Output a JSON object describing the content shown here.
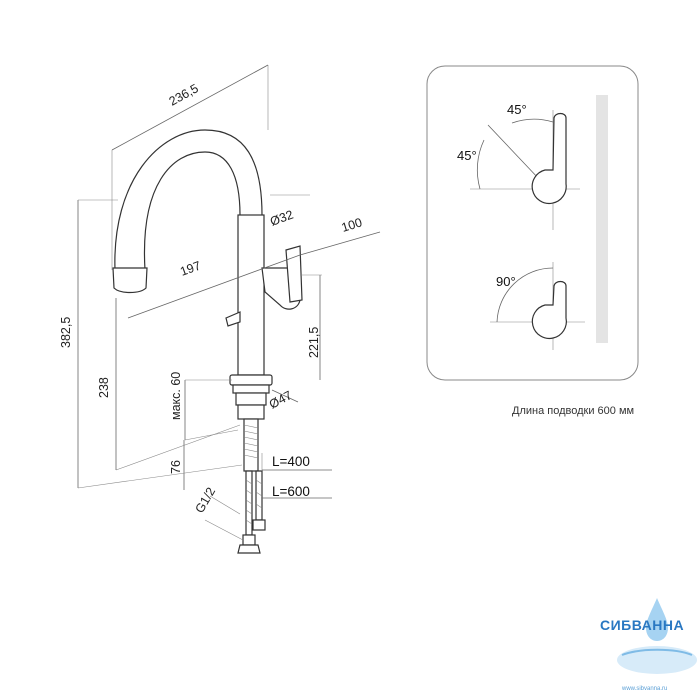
{
  "dimensions": {
    "spout_reach": "236,5",
    "spout_depth": "197",
    "total_height": "382,5",
    "body_height": "238",
    "handle_height": "221,5",
    "handle_projection": "100",
    "body_diameter": "Ø32",
    "base_diameter": "Ø47",
    "max_countertop": "макс. 60",
    "stud_length": "76",
    "thread": "G1/2",
    "hose_short": "L=400",
    "hose_long": "L=600"
  },
  "angles_panel": {
    "top_angle_a": "45°",
    "top_angle_b": "45°",
    "bottom_angle": "90°"
  },
  "caption": "Длина подводки 600 мм",
  "logo": {
    "name": "СИБВАННА",
    "url": "www.sibvanna.ru",
    "brand_color": "#2a78c2"
  }
}
